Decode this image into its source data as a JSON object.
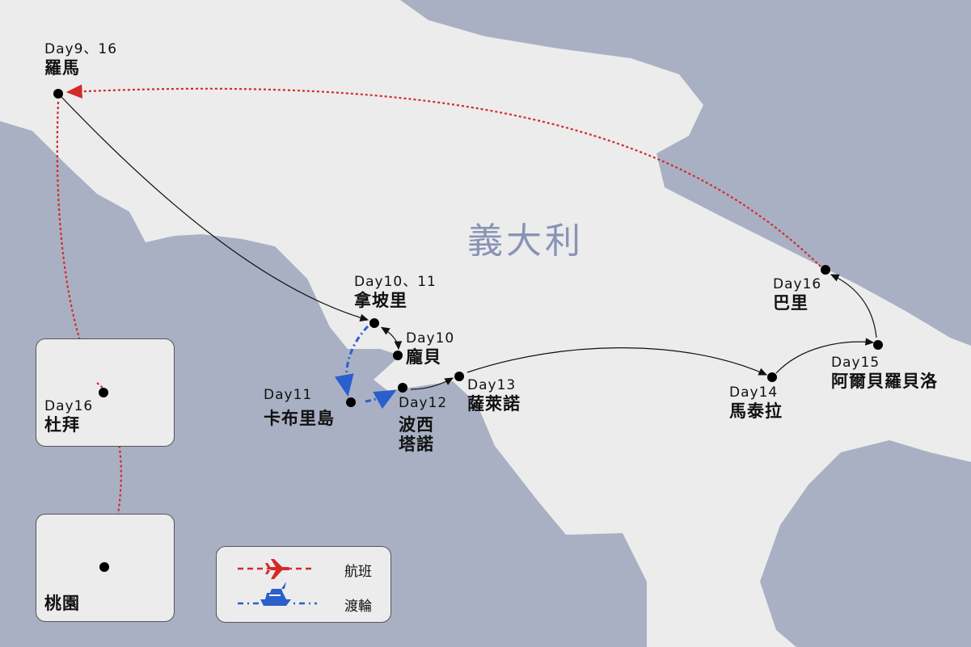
{
  "country_label": "義大利",
  "places": {
    "rome": {
      "day": "Day9、16",
      "name": "羅馬"
    },
    "naples": {
      "day": "Day10、11",
      "name": "拿坡里"
    },
    "pompeii": {
      "day": "Day10",
      "name": "龐貝"
    },
    "capri": {
      "day": "Day11",
      "name": "卡布里島"
    },
    "positano": {
      "day": "Day12",
      "name_line1": "波西",
      "name_line2": "塔諾"
    },
    "salerno": {
      "day": "Day13",
      "name": "薩萊諾"
    },
    "matera": {
      "day": "Day14",
      "name": "馬泰拉"
    },
    "alberobello": {
      "day": "Day15",
      "name": "阿爾貝羅貝洛"
    },
    "bari": {
      "day": "Day16",
      "name": "巴里"
    },
    "dubai": {
      "day": "Day16",
      "name": "杜拜"
    },
    "taoyuan": {
      "name": "桃園"
    }
  },
  "legend": {
    "flight": {
      "label": "航班",
      "icon": "airplane-icon",
      "color": "#d42a2a"
    },
    "ferry": {
      "label": "渡輪",
      "icon": "ship-icon",
      "color": "#2a5fcc"
    }
  },
  "colors": {
    "sea": "#a9b0c3",
    "land": "#ececec",
    "route": "#111111"
  }
}
